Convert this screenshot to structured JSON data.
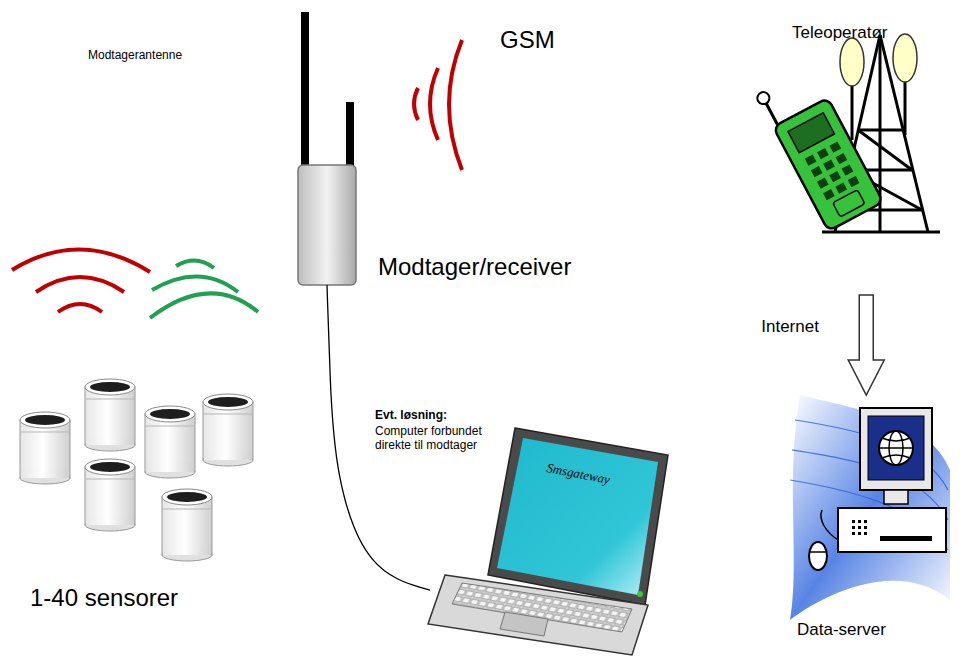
{
  "diagram": {
    "nodes": [
      {
        "text": [
          "1-40 sensorer"
        ]
      },
      {
        "text": [
          "Modtager/receiver"
        ]
      },
      {
        "text": [
          "Smsgateway"
        ]
      },
      {
        "text": [
          "Teleoperatør"
        ]
      },
      {
        "text": [
          "Data-server"
        ]
      }
    ],
    "edges": [
      {
        "from": 1,
        "to": 2,
        "arrow": "none"
      },
      {
        "from": 3,
        "to": 4,
        "arrow": "to",
        "label": "Internet"
      }
    ],
    "labels": [
      "Modtagerantenne",
      "GSM",
      "Evt. løsning:",
      "Computer forbundet direkte til modtager"
    ]
  }
}
